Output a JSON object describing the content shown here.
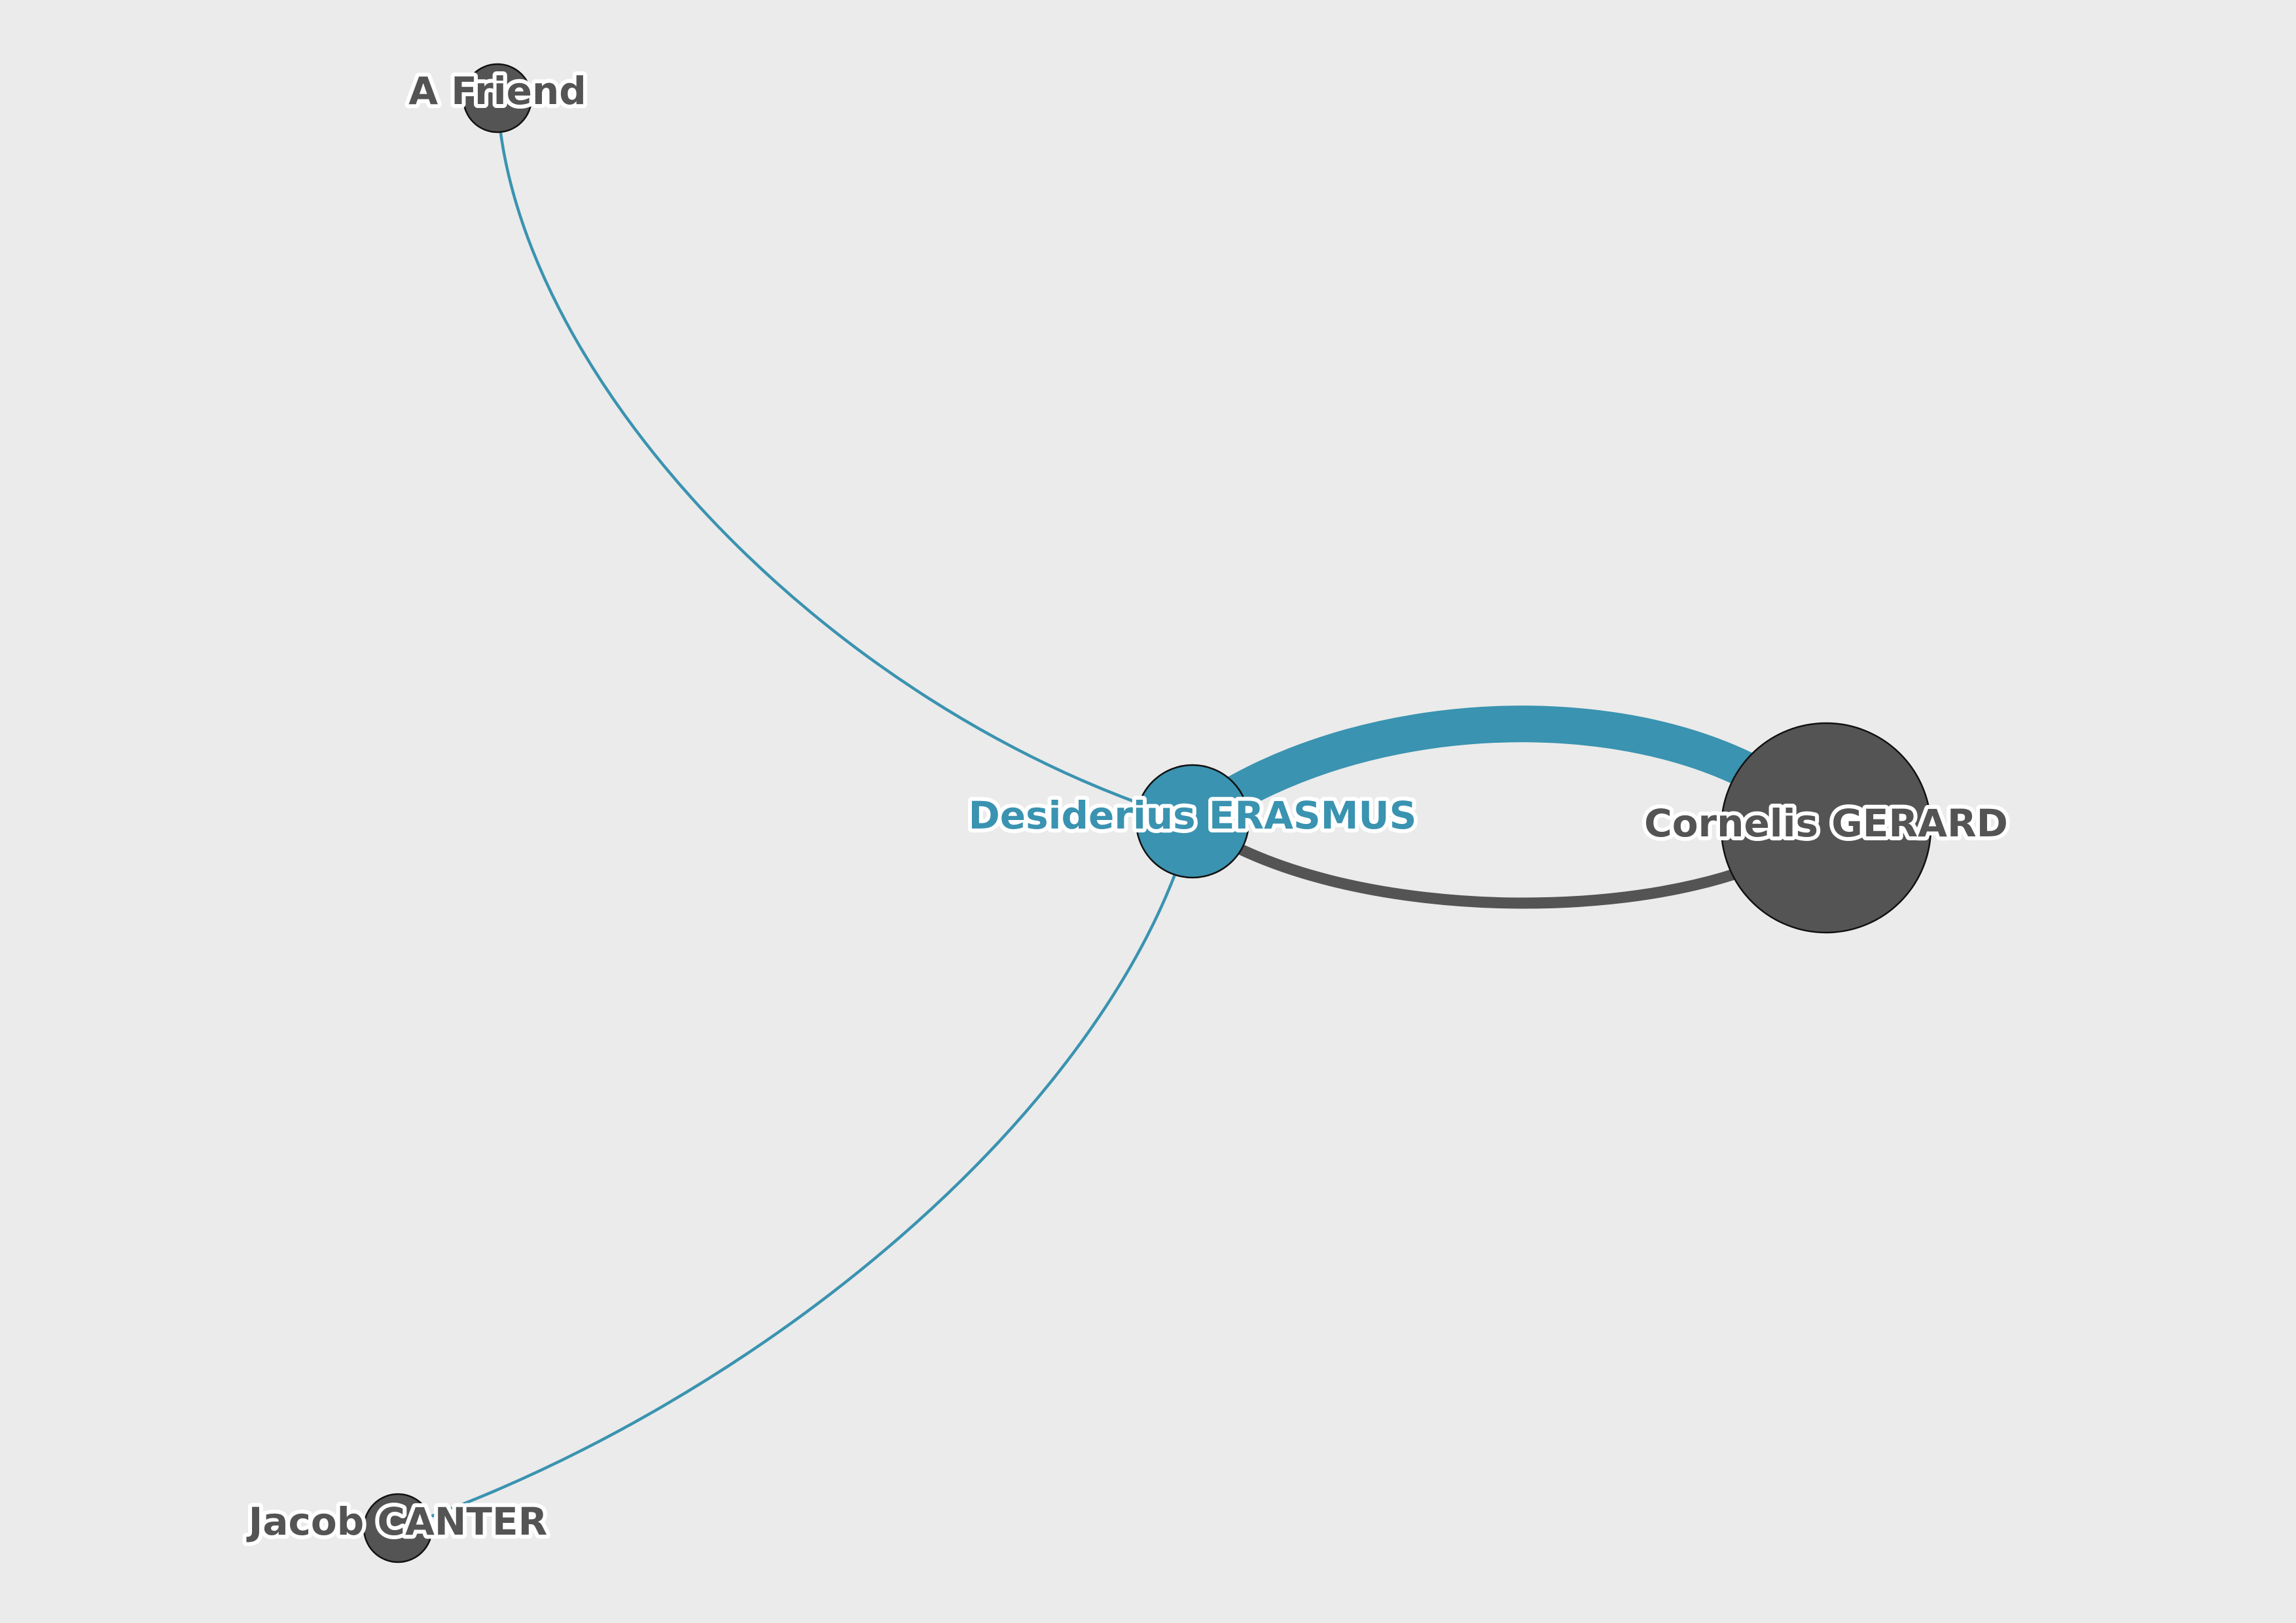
{
  "diagram": {
    "colors": {
      "background": "#ebebeb",
      "highlight": "#3a93b0",
      "default": "#545454"
    },
    "nodes": [
      {
        "id": "friend",
        "label": "A Friend",
        "size": "small",
        "color": "#545454",
        "label_color": "#545454"
      },
      {
        "id": "erasmus",
        "label": "Desiderius ERASMUS",
        "size": "medium",
        "color": "#3a93b0",
        "label_color": "#3a93b0"
      },
      {
        "id": "gerard",
        "label": "Cornelis GERARD",
        "size": "large",
        "color": "#545454",
        "label_color": "#545454"
      },
      {
        "id": "canter",
        "label": "Jacob CANTER",
        "size": "small",
        "color": "#545454",
        "label_color": "#545454"
      }
    ],
    "edges": [
      {
        "source": "erasmus",
        "target": "friend",
        "weight": "thin",
        "color": "#3a93b0"
      },
      {
        "source": "erasmus",
        "target": "canter",
        "weight": "thin",
        "color": "#3a93b0"
      },
      {
        "source": "erasmus",
        "target": "gerard",
        "weight": "heavy",
        "color": "#3a93b0"
      },
      {
        "source": "gerard",
        "target": "erasmus",
        "weight": "medium",
        "color": "#545454"
      }
    ]
  }
}
